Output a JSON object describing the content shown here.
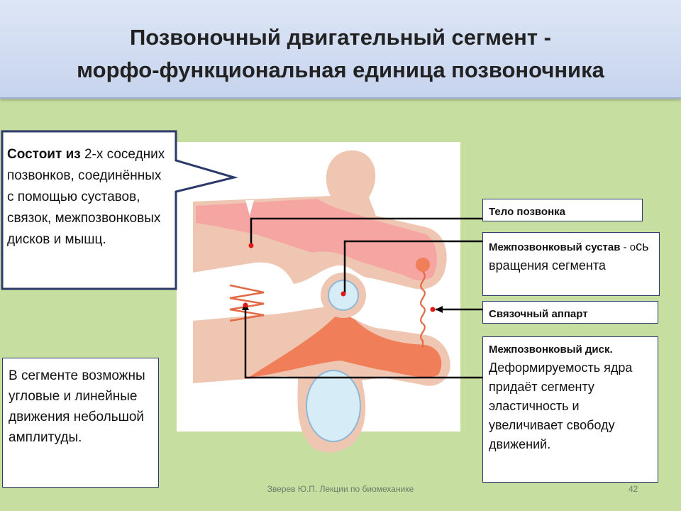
{
  "title": {
    "line1": "Позвоночный двигательный сегмент -",
    "line2": "морфо-функциональная единица позвоночника"
  },
  "callout": {
    "bold": "Состоит из",
    "rest": " 2-х соседних позвонков, соединённых с помощью суставов, связок, межпозвонковых дисков и мышц."
  },
  "note": "В сегменте возможны угловые и линейные движения небольшой амплитуды.",
  "labels": {
    "body": "Тело позвонка",
    "joint_bold": "Межпозвонковый сустав",
    "joint_sep": " - о",
    "joint_rest": "сь вращения сегмента",
    "ligament": "Связочный аппарт",
    "disc_bold": "Межпозвонковый диск.",
    "disc_rest": "Деформируемость ядра придаёт сегменту эластичность  и увеличивает свободу движений."
  },
  "footer": "Зверев Ю.П. Лекции по биомеханике",
  "page_number": "42",
  "colors": {
    "background": "#c6dfa0",
    "bone": "#efc6b2",
    "pink": "#f5a6a3",
    "orange": "#f07e58",
    "nucleus": "#d6ecf7",
    "frame": "#2b3a6a"
  }
}
